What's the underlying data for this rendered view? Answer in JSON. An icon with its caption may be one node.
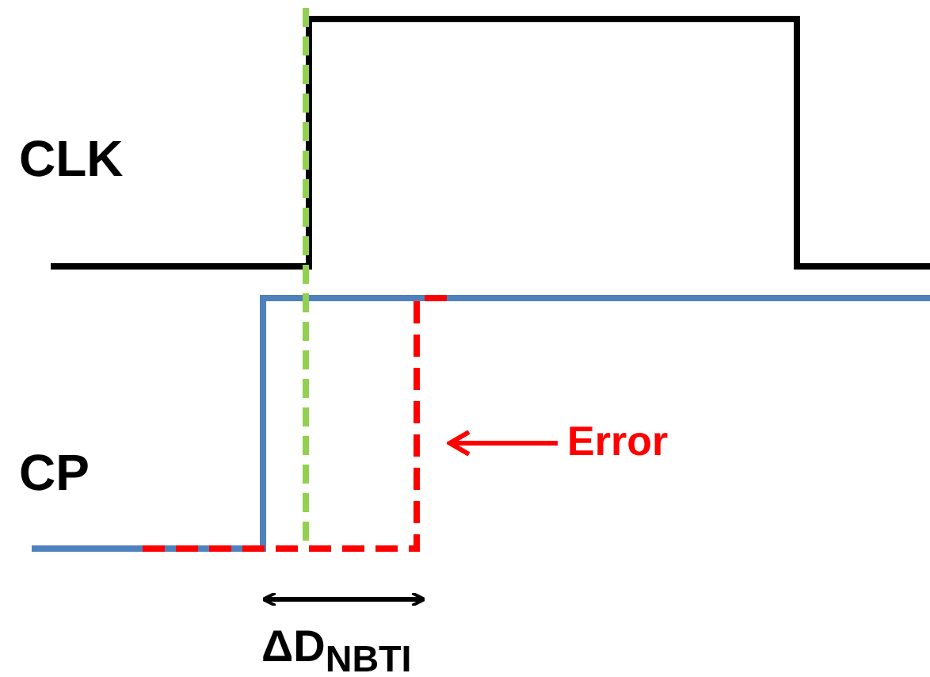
{
  "diagram": {
    "nodes": [
      {
        "text": [
          "Error"
        ]
      },
      {
        "text": [],
        "shape": "line"
      }
    ],
    "edges": [
      {
        "from": 0,
        "to": 1,
        "arrow": "to",
        "color": "#ff0000"
      }
    ],
    "labels": [
      "CLK",
      "CP",
      "ΔD$_{NBTI}$"
    ]
  }
}
